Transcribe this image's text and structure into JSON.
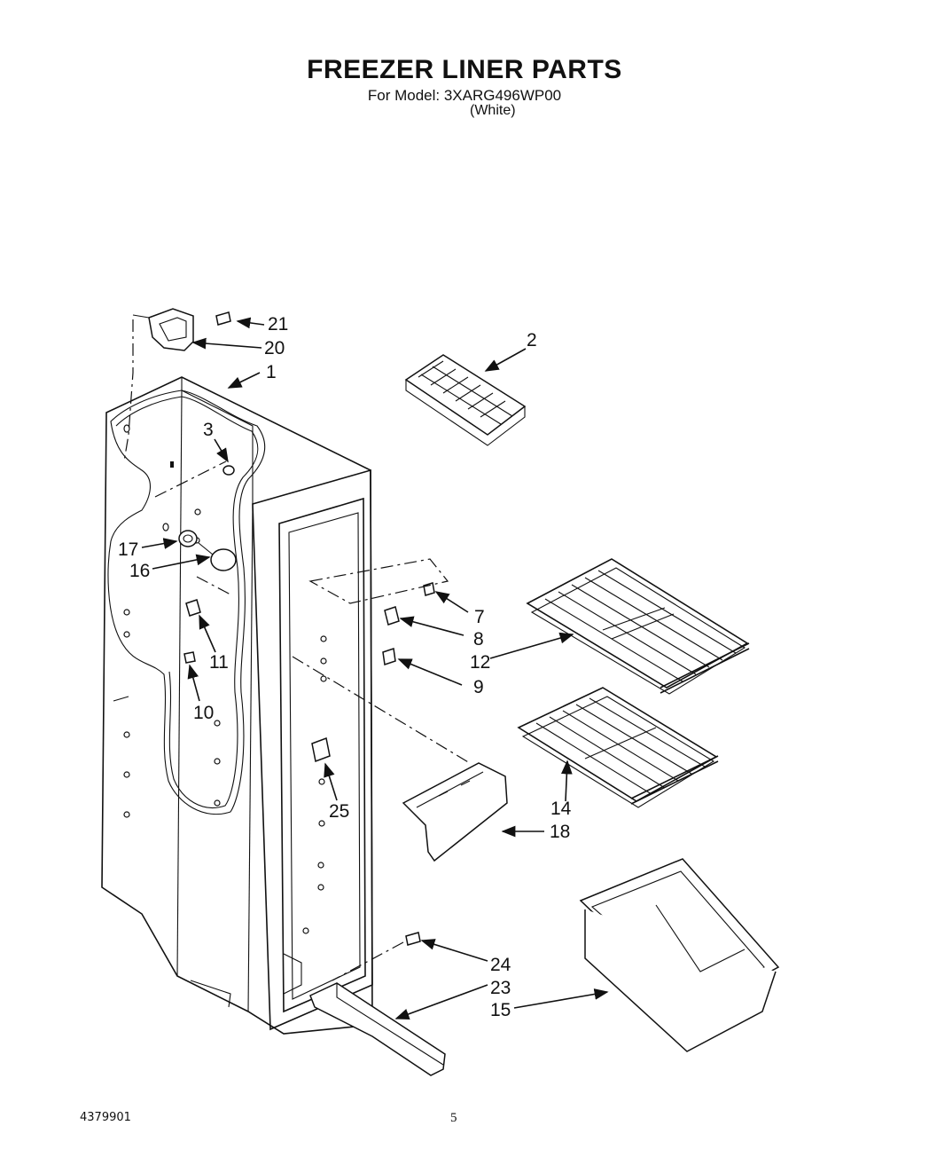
{
  "header": {
    "title": "FREEZER LINER PARTS",
    "model_line": "For Model: 3XARG496WP00",
    "color_line": "(White)"
  },
  "footer": {
    "doc_number": "4379901",
    "page_number": "5"
  },
  "callouts": {
    "c1": "1",
    "c2": "2",
    "c3": "3",
    "c7": "7",
    "c8": "8",
    "c9": "9",
    "c10": "10",
    "c11": "11",
    "c12": "12",
    "c14": "14",
    "c15": "15",
    "c16": "16",
    "c17": "17",
    "c18": "18",
    "c20": "20",
    "c21": "21",
    "c23": "23",
    "c24": "24",
    "c25": "25"
  }
}
